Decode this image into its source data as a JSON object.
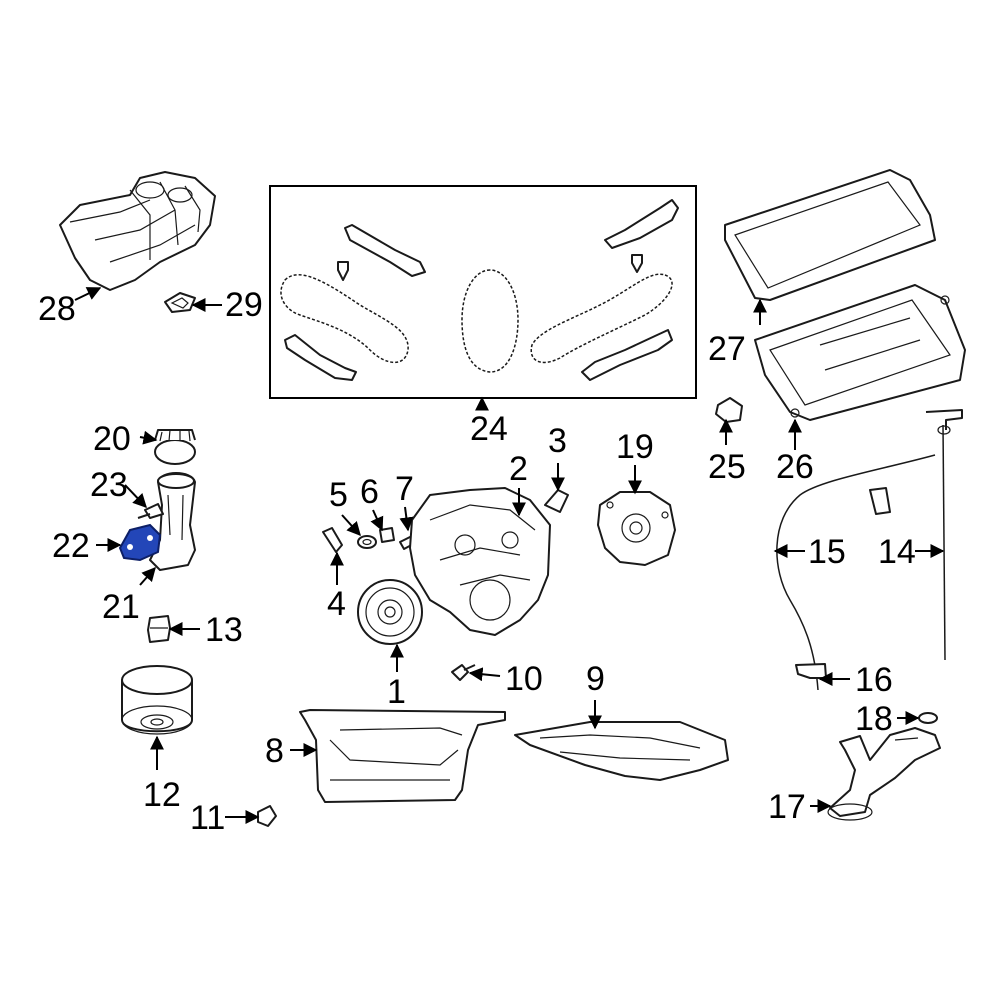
{
  "highlight_color": "#2346b8",
  "callouts": {
    "c1": "1",
    "c2": "2",
    "c3": "3",
    "c4": "4",
    "c5": "5",
    "c6": "6",
    "c7": "7",
    "c8": "8",
    "c9": "9",
    "c10": "10",
    "c11": "11",
    "c12": "12",
    "c13": "13",
    "c14": "14",
    "c15": "15",
    "c16": "16",
    "c17": "17",
    "c18": "18",
    "c19": "19",
    "c20": "20",
    "c21": "21",
    "c22": "22",
    "c23": "23",
    "c24": "24",
    "c25": "25",
    "c26": "26",
    "c27": "27",
    "c28": "28",
    "c29": "29"
  }
}
